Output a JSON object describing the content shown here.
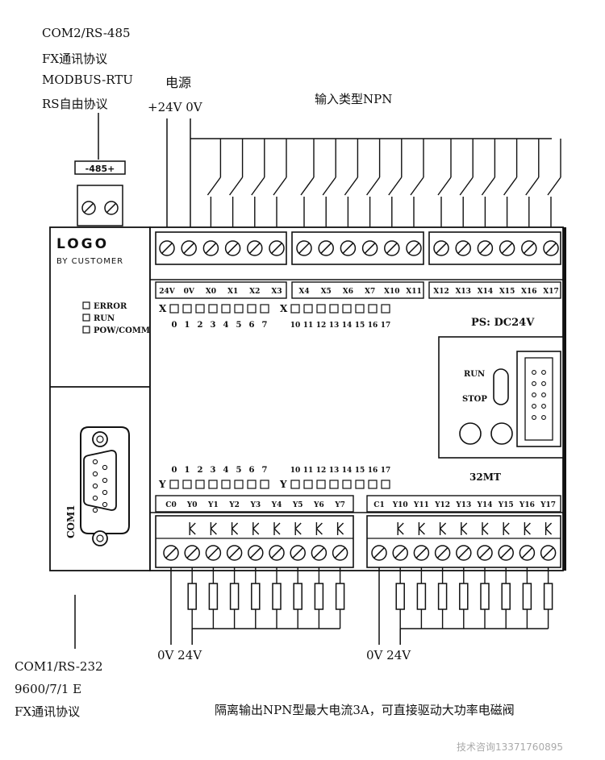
{
  "com2": {
    "lines": [
      "COM2/RS-485",
      "FX通讯协议",
      "MODBUS-RTU",
      "RS自由协议"
    ],
    "port_label": "-485+"
  },
  "com1": {
    "lines": [
      "COM1/RS-232",
      "9600/7/1 E",
      "FX通讯协议"
    ],
    "connector_label": "COM1"
  },
  "power": {
    "title": "电源",
    "terminals": "+24V  0V"
  },
  "input_type": "输入类型NPN",
  "logo": {
    "name": "LOGO",
    "sub": "BY CUSTOMER"
  },
  "leds": [
    "ERROR",
    "RUN",
    "POW/COMM"
  ],
  "input_terminals": {
    "group1": [
      "24V",
      "0V",
      "X0",
      "X1",
      "X2",
      "X3"
    ],
    "group2": [
      "X4",
      "X5",
      "X6",
      "X7",
      "X10",
      "X11"
    ],
    "group3": [
      "X12",
      "X13",
      "X14",
      "X15",
      "X16",
      "X17"
    ]
  },
  "input_indicators": {
    "prefix": "X",
    "group1": [
      "0",
      "1",
      "2",
      "3",
      "4",
      "5",
      "6",
      "7"
    ],
    "group2": [
      "10",
      "11",
      "12",
      "13",
      "14",
      "15",
      "16",
      "17"
    ]
  },
  "output_indicators": {
    "prefix": "Y",
    "group1": [
      "0",
      "1",
      "2",
      "3",
      "4",
      "5",
      "6",
      "7"
    ],
    "group2": [
      "10",
      "11",
      "12",
      "13",
      "14",
      "15",
      "16",
      "17"
    ]
  },
  "output_terminals": {
    "group1": [
      "C0",
      "Y0",
      "Y1",
      "Y2",
      "Y3",
      "Y4",
      "Y5",
      "Y6",
      "Y7"
    ],
    "group2": [
      "C1",
      "Y10",
      "Y11",
      "Y12",
      "Y13",
      "Y14",
      "Y15",
      "Y16",
      "Y17"
    ]
  },
  "ps_label": "PS: DC24V",
  "run_label": "RUN",
  "stop_label": "STOP",
  "model": "32MT",
  "output_supply1": "0V  24V",
  "output_supply2": "0V  24V",
  "output_note": "隔离输出NPN型最大电流3A，可直接驱动大功率电磁阀",
  "watermark": "技术咨询13371760895"
}
